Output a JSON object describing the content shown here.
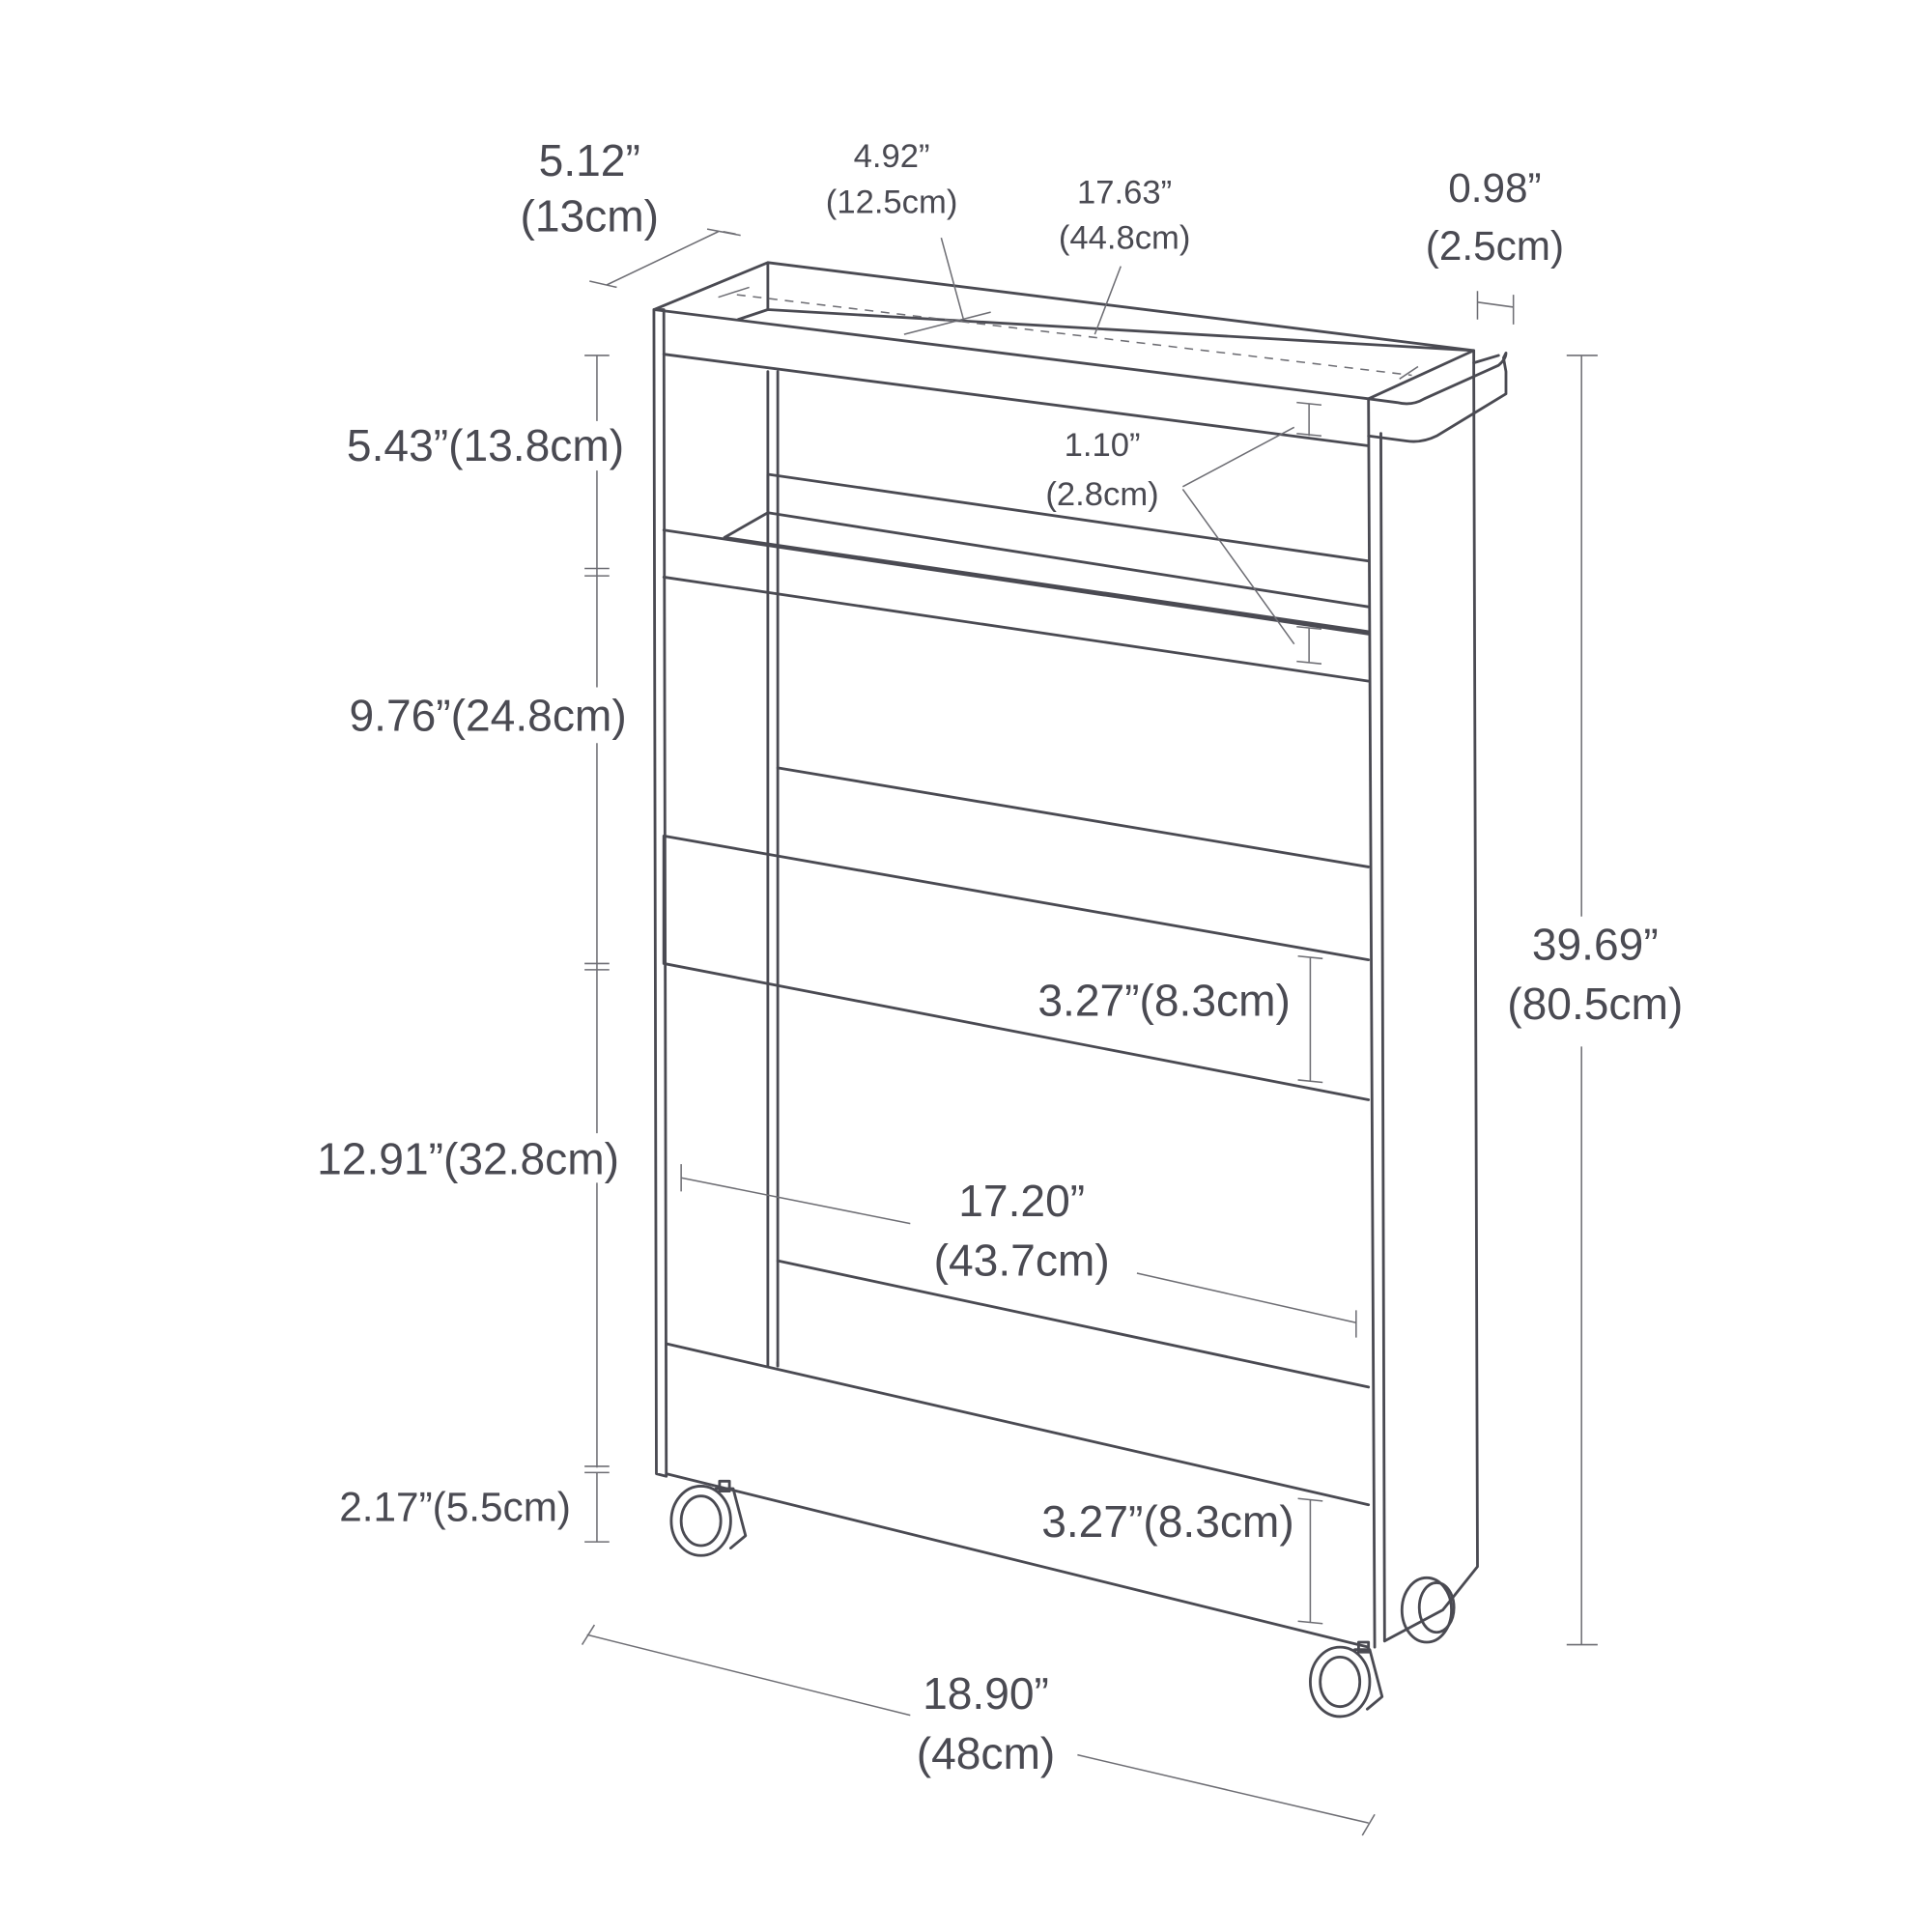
{
  "diagram": {
    "subject": "Slim rolling storage cart dimension drawing",
    "colors": {
      "line": "#4a4a52",
      "dimension_line": "#6e6e74",
      "background": "#ffffff"
    },
    "dimensions": {
      "depth": {
        "imperial": "5.12”",
        "metric": "(13cm)"
      },
      "tray_inner_depth": {
        "imperial": "4.92”",
        "metric": "(12.5cm)"
      },
      "tray_inner_width": {
        "imperial": "17.63”",
        "metric": "(44.8cm)"
      },
      "handle_thickness": {
        "imperial": "0.98”",
        "metric": "(2.5cm)"
      },
      "top_tier_height": {
        "label": "5.43”(13.8cm)"
      },
      "rail_height": {
        "imperial": "1.10”",
        "metric": "(2.8cm)"
      },
      "middle_tier_height": {
        "label": "9.76”(24.8cm)"
      },
      "total_height": {
        "imperial": "39.69”",
        "metric": "(80.5cm)"
      },
      "middle_front_panel": {
        "label": "3.27”(8.3cm)"
      },
      "bottom_tier_height": {
        "label": "12.91”(32.8cm)"
      },
      "inner_width": {
        "imperial": "17.20”",
        "metric": "(43.7cm)"
      },
      "caster_clearance": {
        "label": "2.17”(5.5cm)"
      },
      "bottom_front_panel": {
        "label": "3.27”(8.3cm)"
      },
      "total_width": {
        "imperial": "18.90”",
        "metric": "(48cm)"
      }
    }
  }
}
